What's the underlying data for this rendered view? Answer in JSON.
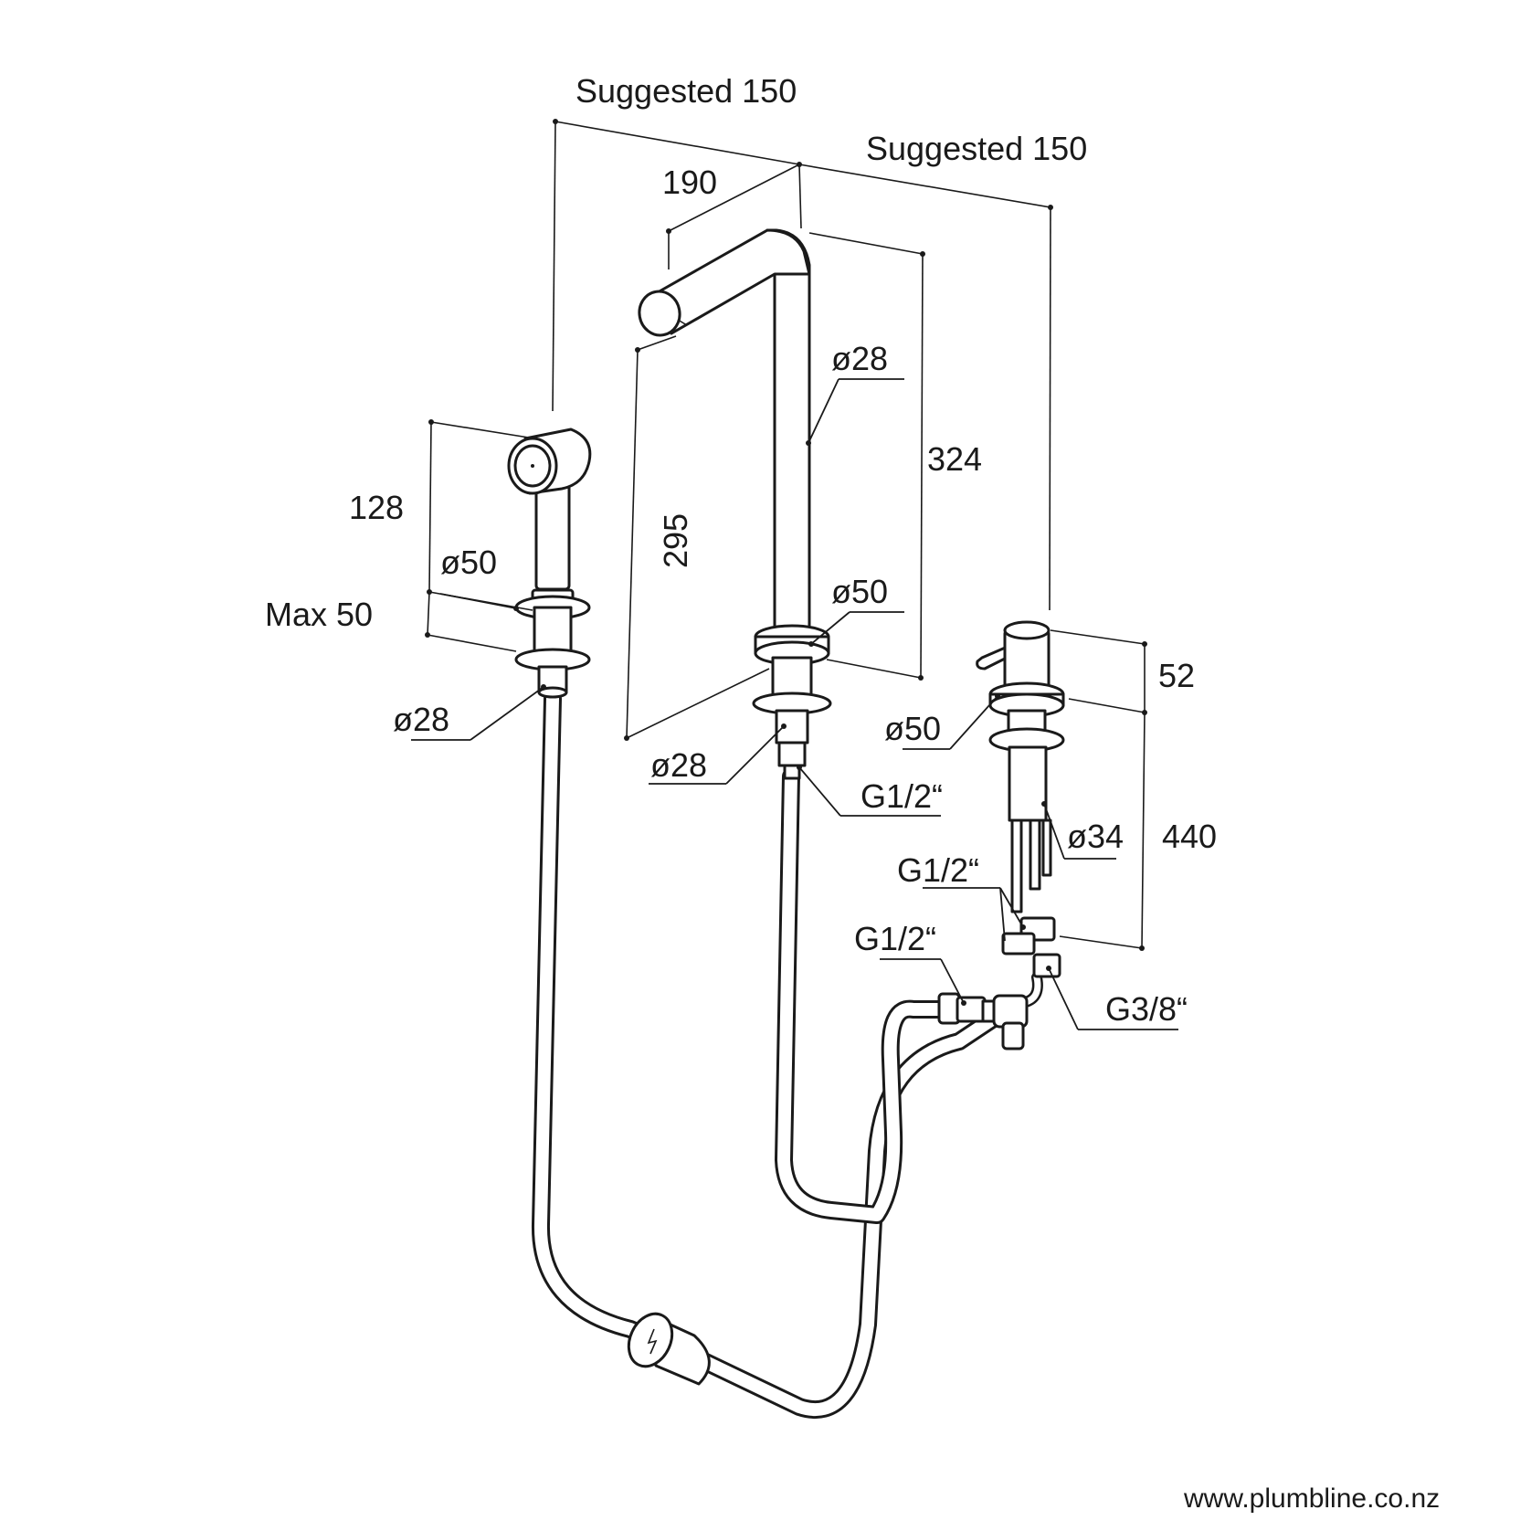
{
  "diagram": {
    "dimensions": {
      "suggested_left": "Suggested 150",
      "suggested_right": "Suggested 150",
      "spout_reach": "190",
      "spout_height_total": "324",
      "spout_outlet_height": "295",
      "spout_diameter": "ø28",
      "spout_base_diameter": "ø50",
      "spout_shank_diameter": "ø28",
      "spout_thread": "G1/2“",
      "spray_height": "128",
      "spray_base_diameter": "ø50",
      "max_deck": "Max 50",
      "spray_shank_diameter": "ø28",
      "mixer_height": "52",
      "mixer_base_diameter": "ø50",
      "mixer_body_diameter": "ø34",
      "mixer_total_height": "440",
      "mixer_thread_a": "G1/2“",
      "connector_thread": "G1/2“",
      "connector_thread_small": "G3/8“"
    },
    "footer": {
      "website": "www.plumbline.co.nz"
    }
  }
}
